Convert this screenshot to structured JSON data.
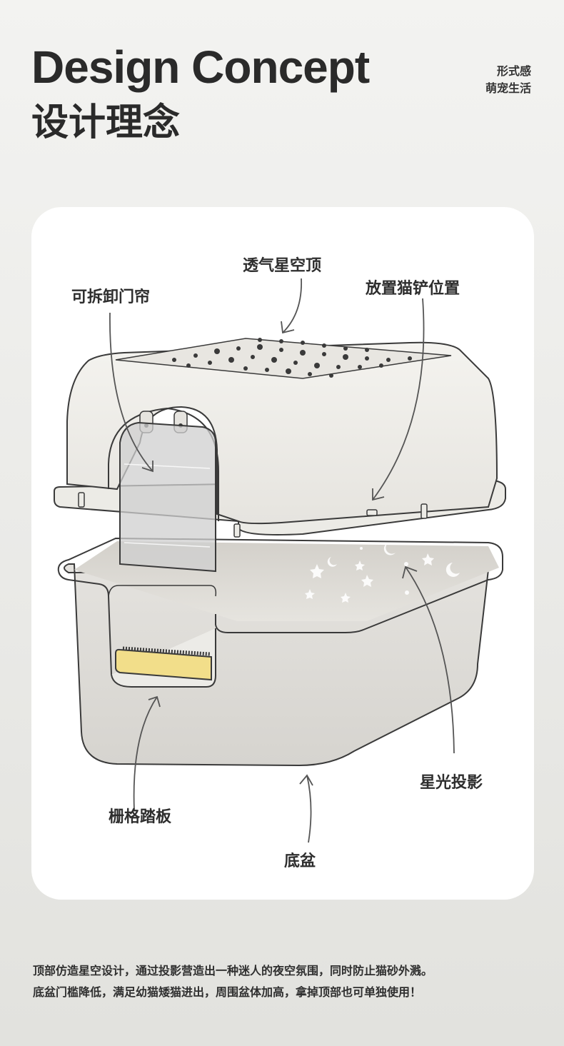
{
  "header": {
    "title_en": "Design Concept",
    "title_cn": "设计理念",
    "tag_line1": "形式感",
    "tag_line2": "萌宠生活"
  },
  "labels": {
    "top_vent": "透气星空顶",
    "door_curtain": "可拆卸门帘",
    "scoop_position": "放置猫铲位置",
    "grid_pedal": "栅格踏板",
    "star_projection": "星光投影",
    "base_tray": "底盆"
  },
  "description": {
    "line1": "顶部仿造星空设计，通过投影营造出一种迷人的夜空氛围，同时防止猫砂外溅。",
    "line2": "底盆门槛降低，满足幼猫矮猫进出，周围盆体加高，拿掉顶部也可单独使用！"
  },
  "colors": {
    "lid": "#efeeea",
    "tray": "#dedcd8",
    "pedal": "#f2de8a",
    "outline": "#3a3a3a"
  }
}
